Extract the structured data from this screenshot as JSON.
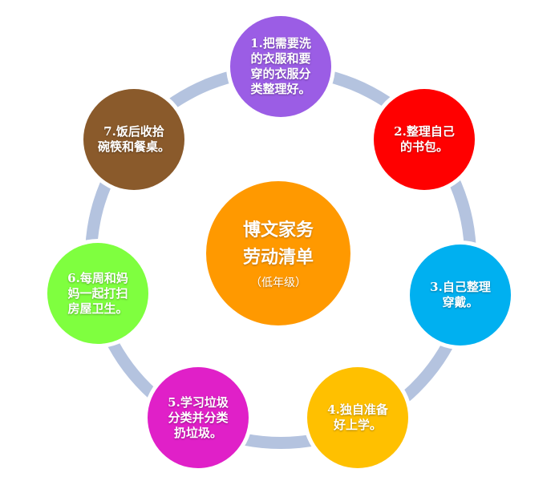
{
  "center": {
    "line1": "博文家务",
    "line2": "劳动清单",
    "line3": "（低年级）",
    "color": "#ff9900"
  },
  "ring_color": "#b4c3df",
  "items": [
    {
      "text": "1.把需要洗\n的衣服和要\n穿的衣服分\n类整理好。",
      "color": "#9b5de5"
    },
    {
      "text": "2.整理自己\n的书包。",
      "color": "#ff0000"
    },
    {
      "text": "3.自己整理\n穿戴。",
      "color": "#00b0f0"
    },
    {
      "text": "4.独自准备\n好上学。",
      "color": "#ffc000"
    },
    {
      "text": "5.学习垃圾\n分类并分类\n扔垃圾。",
      "color": "#e020c8"
    },
    {
      "text": "6.每周和妈\n妈一起打扫\n房屋卫生。",
      "color": "#7fff3f"
    },
    {
      "text": "7.饭后收拾\n碗筷和餐桌。",
      "color": "#8a5a2b"
    }
  ]
}
